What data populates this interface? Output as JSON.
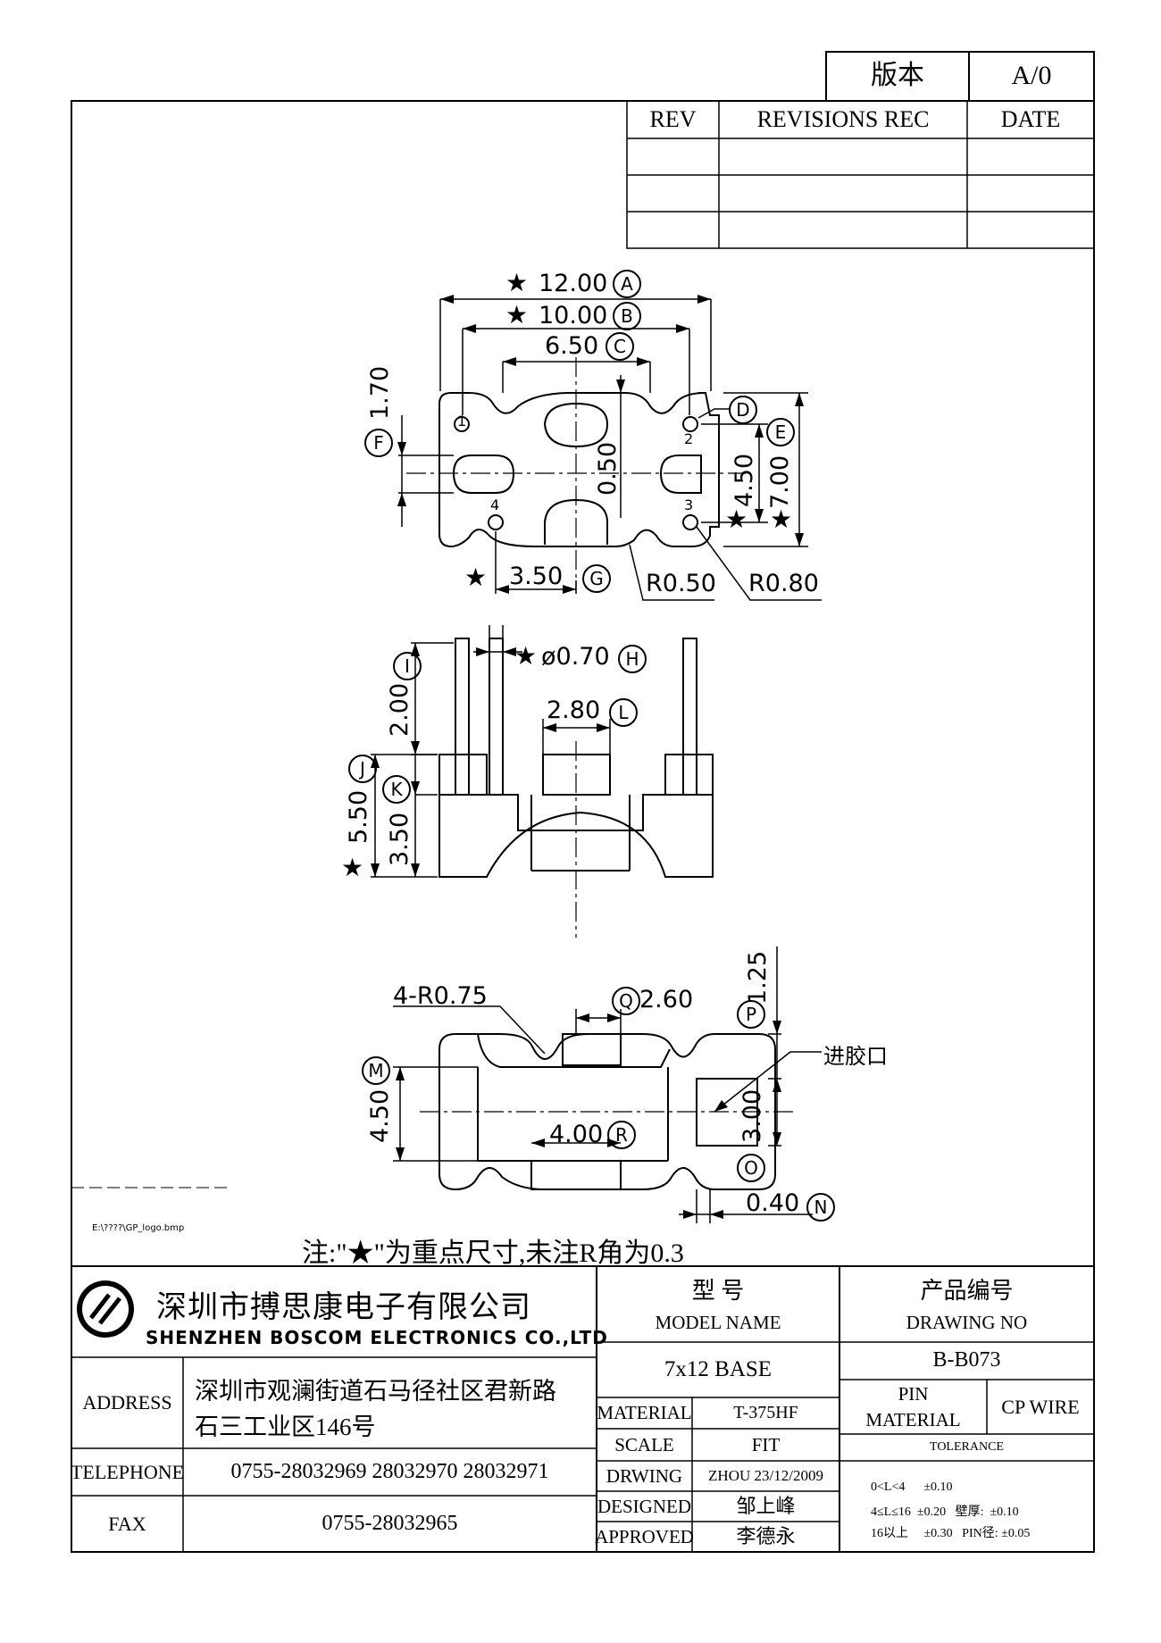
{
  "version_box": {
    "label": "版本",
    "value": "A/0"
  },
  "revision_table": {
    "headers": [
      "REV",
      "REVISIONS REC",
      "DATE"
    ],
    "rows": [
      [
        "",
        "",
        ""
      ],
      [
        "",
        "",
        ""
      ],
      [
        "",
        "",
        ""
      ]
    ]
  },
  "top_view": {
    "dim_a": "12.00",
    "tag_a": "A",
    "dim_b": "10.00",
    "tag_b": "B",
    "dim_c": "6.50",
    "tag_c": "C",
    "tag_d": "D",
    "dim_e": "7.00",
    "tag_e": "E",
    "dim_f": "1.70",
    "tag_f": "F",
    "dim_g": "3.50",
    "tag_g": "G",
    "dim_slot": "0.50",
    "dim_pin_span": "4.50",
    "radius_small": "R0.50",
    "radius_large": "R0.80",
    "pin_numbers": [
      "1",
      "2",
      "3",
      "4"
    ],
    "star": "★"
  },
  "side_view": {
    "dim_h": "ø0.70",
    "tag_h": "H",
    "dim_i": "2.00",
    "tag_i": "I",
    "dim_j": "5.50",
    "tag_j": "J",
    "dim_k": "3.50",
    "tag_k": "K",
    "dim_l": "2.80",
    "tag_l": "L"
  },
  "bottom_view": {
    "radius_note": "4-R0.75",
    "dim_q": "2.60",
    "tag_q": "Q",
    "dim_p": "1.25",
    "tag_p": "P",
    "gate_label": "进胶口",
    "dim_m": "4.50",
    "tag_m": "M",
    "dim_o": "3.00",
    "tag_o": "O",
    "dim_r": "4.00",
    "tag_r": "R",
    "dim_n": "0.40",
    "tag_n": "N"
  },
  "logo_path": "E:\\????\\GP_logo.bmp",
  "note": "注:\"★\"为重点尺寸,未注R角为0.3",
  "title_block": {
    "company_cn": "深圳市搏思康电子有限公司",
    "company_en": "SHENZHEN BOSCOM ELECTRONICS CO.,LTD",
    "address_label": "ADDRESS",
    "address_line1": "深圳市观澜街道石马径社区君新路",
    "address_line2": "石三工业区146号",
    "telephone_label": "TELEPHONE",
    "telephone_value": "0755-28032969 28032970 28032971",
    "fax_label": "FAX",
    "fax_value": "0755-28032965",
    "model_label_cn": "型    号",
    "model_label_en": "MODEL NAME",
    "model_value": "7x12 BASE",
    "drawing_label_cn": "产品编号",
    "drawing_label_en": "DRAWING NO",
    "drawing_value": "B-B073",
    "material_label": "MATERIAL",
    "material_value": "T-375HF",
    "pin_material_label_1": "PIN",
    "pin_material_label_2": "MATERIAL",
    "pin_material_value": "CP WIRE",
    "scale_label": "SCALE",
    "scale_value": "FIT",
    "tolerance_label": "TOLERANCE",
    "drawing_by_label": "DRWING",
    "drawing_by_value": "ZHOU 23/12/2009",
    "designed_label": "DESIGNED",
    "designed_value": "邹上峰",
    "approved_label": "APPROVED",
    "approved_value": "李德永",
    "tolerance_lines": [
      "0<L<4      ±0.10",
      "4≤L≤16  ±0.20   壁厚:  ±0.10",
      "16以上     ±0.30   PIN径: ±0.05"
    ]
  }
}
